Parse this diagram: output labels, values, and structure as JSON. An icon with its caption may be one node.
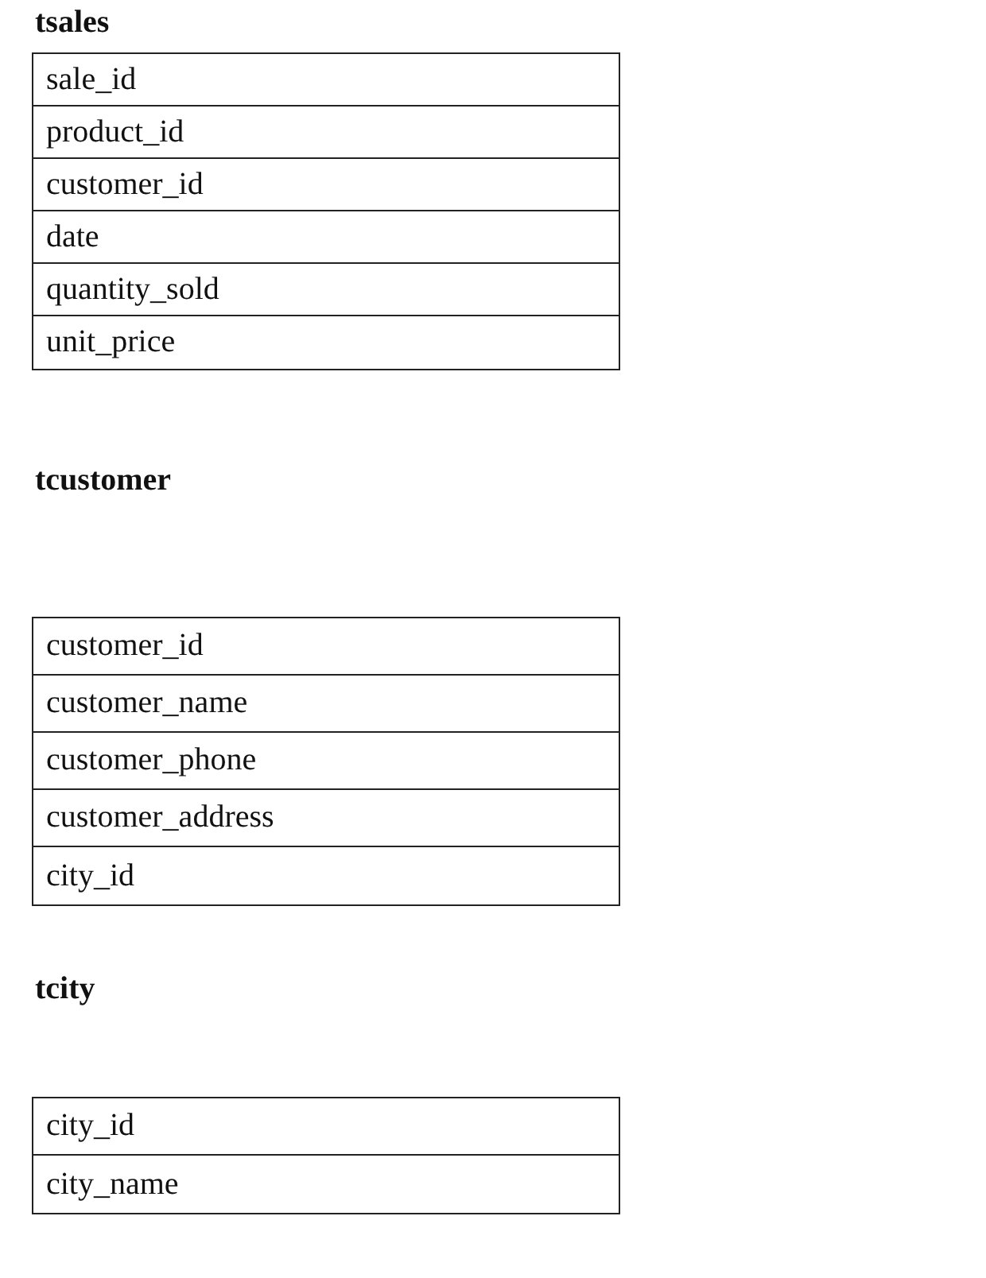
{
  "diagram": {
    "nodes": [
      {
        "text": [
          "tsales"
        ]
      },
      {
        "text": [
          "sale_id"
        ],
        "in": 0
      },
      {
        "text": [
          "product_id"
        ],
        "in": 0
      },
      {
        "text": [
          "customer_id"
        ],
        "in": 0
      },
      {
        "text": [
          "date"
        ],
        "in": 0
      },
      {
        "text": [
          "quantity_sold"
        ],
        "in": 0
      },
      {
        "text": [
          "unit_price"
        ],
        "in": 0
      },
      {
        "text": [
          "tcustomer"
        ]
      },
      {
        "text": [
          "customer_id"
        ],
        "in": 7
      },
      {
        "text": [
          "customer_name"
        ],
        "in": 7
      },
      {
        "text": [
          "customer_phone"
        ],
        "in": 7
      },
      {
        "text": [
          "customer_address"
        ],
        "in": 7
      },
      {
        "text": [
          "city_id"
        ],
        "in": 7
      },
      {
        "text": [
          "tcity"
        ]
      },
      {
        "text": [
          "city_id"
        ],
        "in": 13
      },
      {
        "text": [
          "city_name"
        ],
        "in": 13
      }
    ]
  }
}
